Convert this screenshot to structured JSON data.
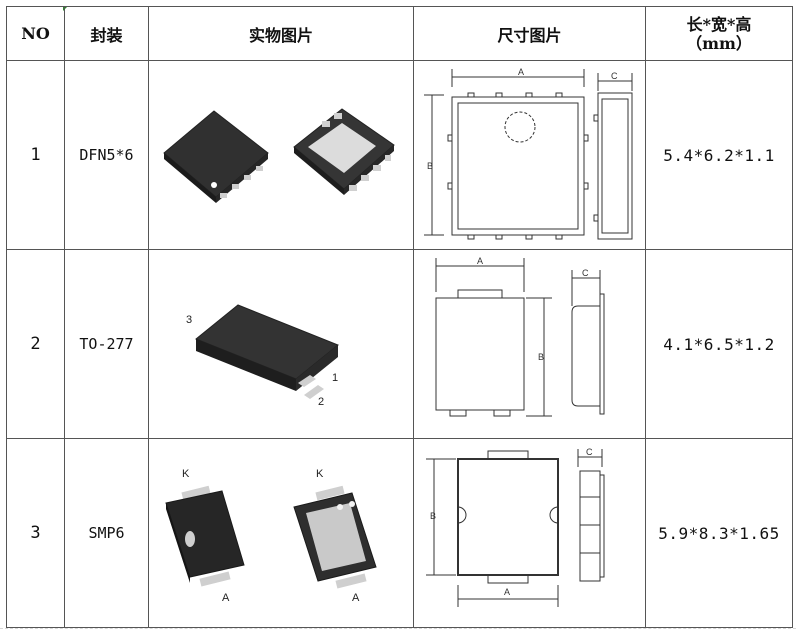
{
  "headers": {
    "no": "NO",
    "package": "封装",
    "photo": "实物图片",
    "dimension_drawing": "尺寸图片",
    "size_line1": "长*宽*高",
    "size_line2": "（mm）"
  },
  "rows": [
    {
      "no": "1",
      "package": "DFN5*6",
      "size": "5.4*6.2*1.1",
      "drawing_labels": {
        "a": "A",
        "b": "B",
        "c": "C"
      }
    },
    {
      "no": "2",
      "package": "TO-277",
      "size": "4.1*6.5*1.2",
      "photo_labels": {
        "pin1": "1",
        "pin2": "2",
        "pin3": "3"
      },
      "drawing_labels": {
        "a": "A",
        "b": "B",
        "c": "C"
      }
    },
    {
      "no": "3",
      "package": "SMP6",
      "size": "5.9*8.3*1.65",
      "photo_labels": {
        "k": "K",
        "a": "A"
      },
      "drawing_labels": {
        "a": "A",
        "b": "B",
        "c": "C"
      }
    }
  ],
  "colors": {
    "grid": "#555555",
    "package_body": "#2b2b2b",
    "package_pad": "#d8d8d8",
    "drawing_line": "#333333",
    "corner_mark": "#2c8a2c"
  }
}
